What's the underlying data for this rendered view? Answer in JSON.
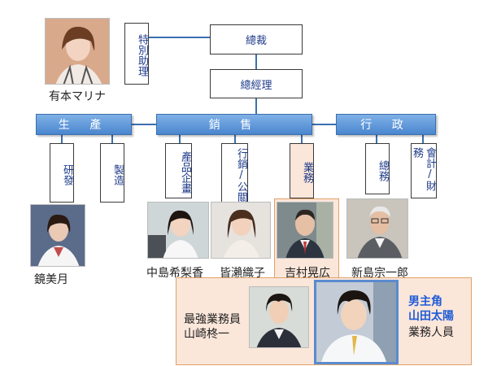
{
  "top": {
    "special_assistant": "特別助理",
    "president": "總裁",
    "gm": "總經理"
  },
  "divisions": {
    "production": "生 產",
    "sales": "銷 售",
    "admin": "行 政"
  },
  "depts": {
    "research": "研發",
    "manufacturing": "製造",
    "product_planning": "產品企畫",
    "marketing_pr": "行銷/公關",
    "business": "業務",
    "general_affairs": "總務",
    "accounting_finance": "會計/財務"
  },
  "people": {
    "arimoto": "有本マリナ",
    "kagami": "鏡美月",
    "nakajima": "中島希梨香",
    "minase": "皆瀨織子",
    "yoshimura": "吉村晃広",
    "shinjima": "新島宗一郎",
    "yamazaki_title": "最強業務員",
    "yamazaki_name": "山崎柊一",
    "yamada_role": "男主角",
    "yamada_name": "山田太陽",
    "yamada_title": "業務人員"
  },
  "colors": {
    "division_bar": "#4a86cf",
    "connector": "#3b6fb0",
    "highlight_bg": "#fbe6da",
    "lead_text": "#1f5bd6"
  }
}
